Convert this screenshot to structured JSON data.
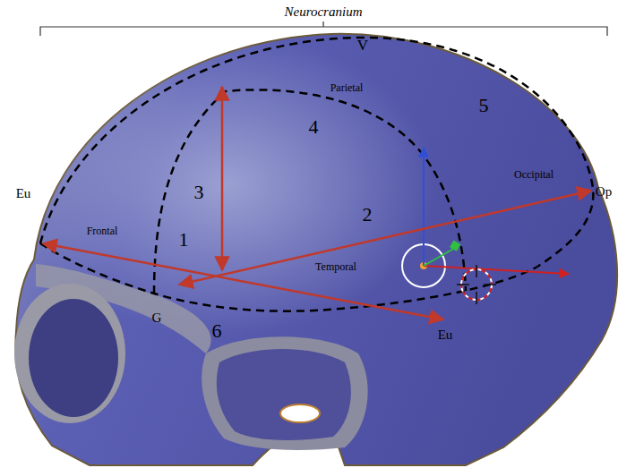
{
  "diagram": {
    "labels": [
      "Neurocranium",
      "V",
      "Parietal",
      "4",
      "5",
      "3",
      "Eu",
      "Frontal",
      "1",
      "2",
      "Occipital",
      "Op",
      "Temporal",
      "G",
      "6",
      "Eu"
    ]
  }
}
